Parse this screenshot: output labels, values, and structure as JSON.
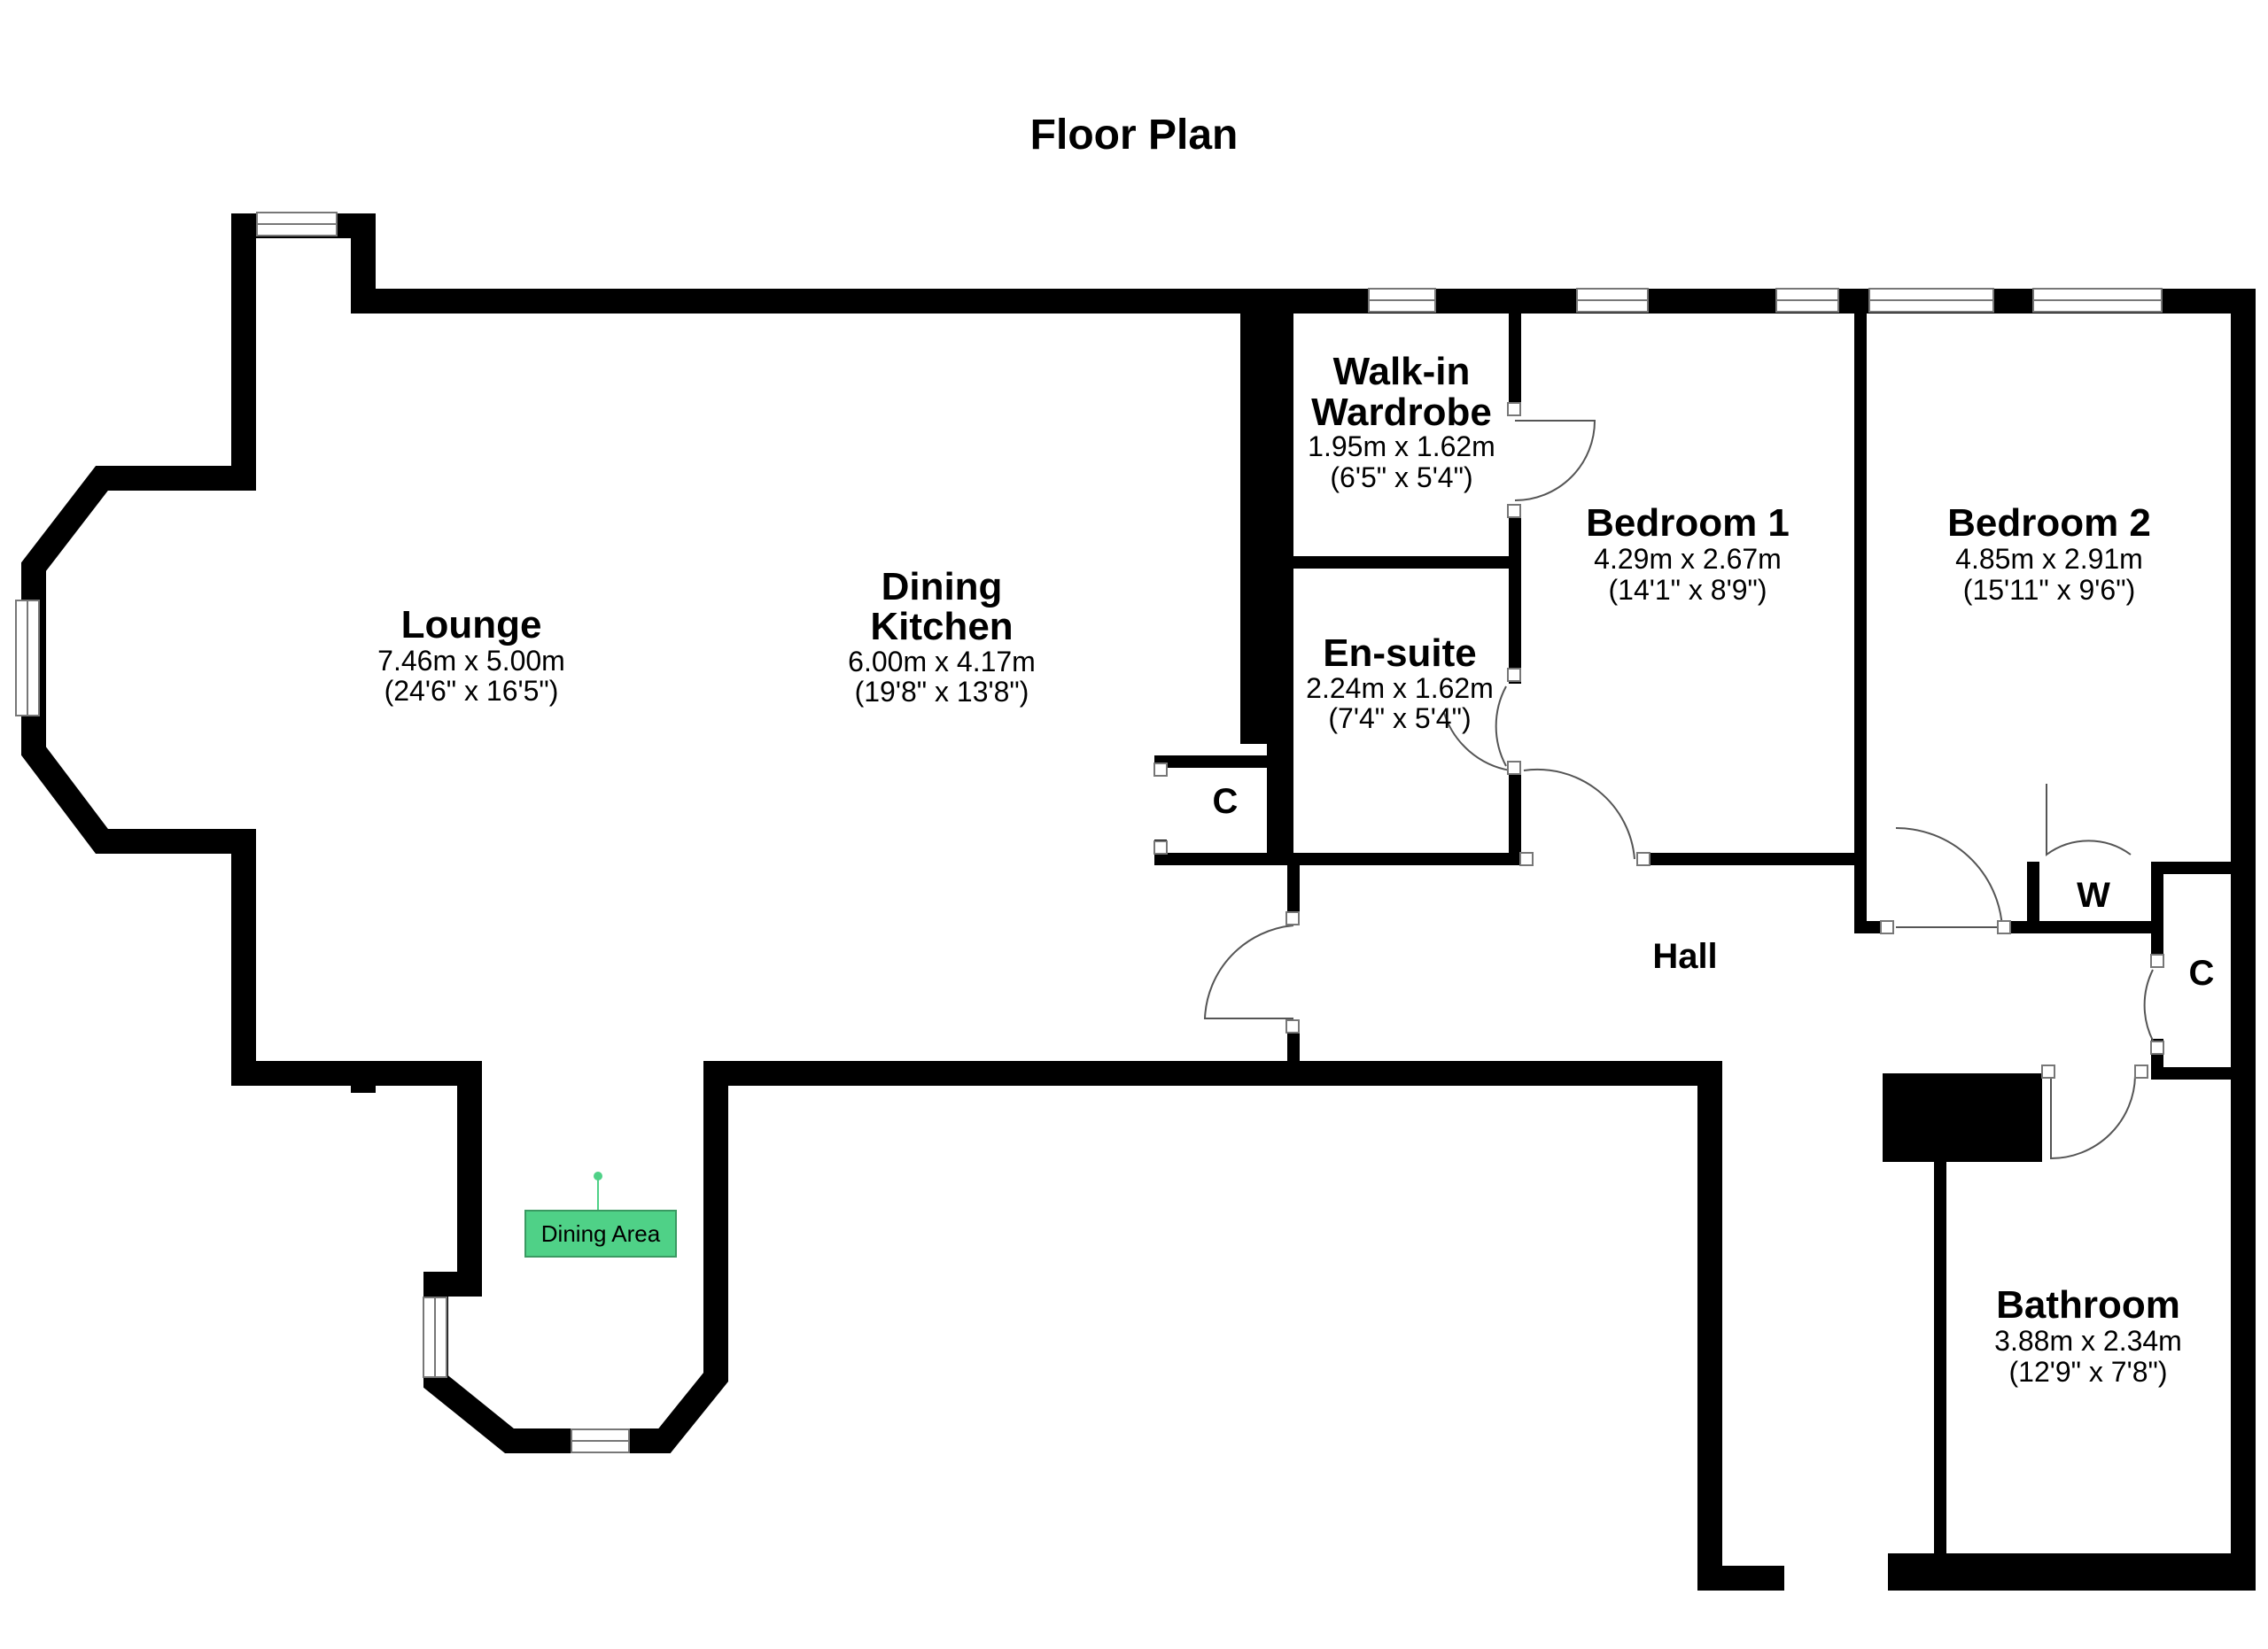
{
  "title": "Floor Plan",
  "rooms": [
    {
      "name": "Lounge",
      "dim_m": "7.46m x 5.00m",
      "dim_ft": "(24'6\" x 16'5\")"
    },
    {
      "name": "Dining",
      "name2": "Kitchen",
      "dim_m": "6.00m x 4.17m",
      "dim_ft": "(19'8\" x 13'8\")"
    },
    {
      "name": "Walk-in",
      "name2": "Wardrobe",
      "dim_m": "1.95m x 1.62m",
      "dim_ft": "(6'5\" x 5'4\")"
    },
    {
      "name": "En-suite",
      "dim_m": "2.24m x 1.62m",
      "dim_ft": "(7'4\" x 5'4\")"
    },
    {
      "name": "Bedroom 1",
      "dim_m": "4.29m x 2.67m",
      "dim_ft": "(14'1\" x 8'9\")"
    },
    {
      "name": "Bedroom 2",
      "dim_m": "4.85m x 2.91m",
      "dim_ft": "(15'11\" x 9'6\")"
    },
    {
      "name": "Bathroom",
      "dim_m": "3.88m x 2.34m",
      "dim_ft": "(12'9\" x 7'8\")"
    }
  ],
  "labels": {
    "hall": "Hall",
    "cupboard_left": "C",
    "cupboard_right": "C",
    "wardrobe_w": "W"
  },
  "tag": {
    "text": "Dining Area",
    "color": "#4fd187"
  }
}
